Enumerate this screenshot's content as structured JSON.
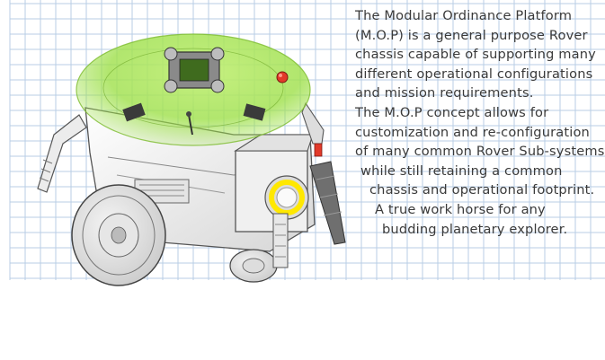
{
  "description": {
    "lines": [
      "The Modular Ordinance Platform",
      "(M.O.P) is a general purpose Rover",
      "chassis capable of supporting many",
      "different operational configurations",
      "and mission requirements.",
      "The M.O.P concept allows for",
      "customization and re-configuration",
      "of many common Rover Sub-systems",
      "while still retaining a common",
      "chassis and operational footprint.",
      "A true work horse for any",
      "budding planetary explorer."
    ]
  },
  "colors": {
    "grid_line": "#b8cde6",
    "text": "#3a3a3a",
    "dome_green": "#9ee04a",
    "ring_yellow": "#ffe800",
    "beacon_red": "#e23a2a",
    "body_white": "#f2f2f2"
  },
  "illustration": {
    "subject": "rover-render"
  }
}
